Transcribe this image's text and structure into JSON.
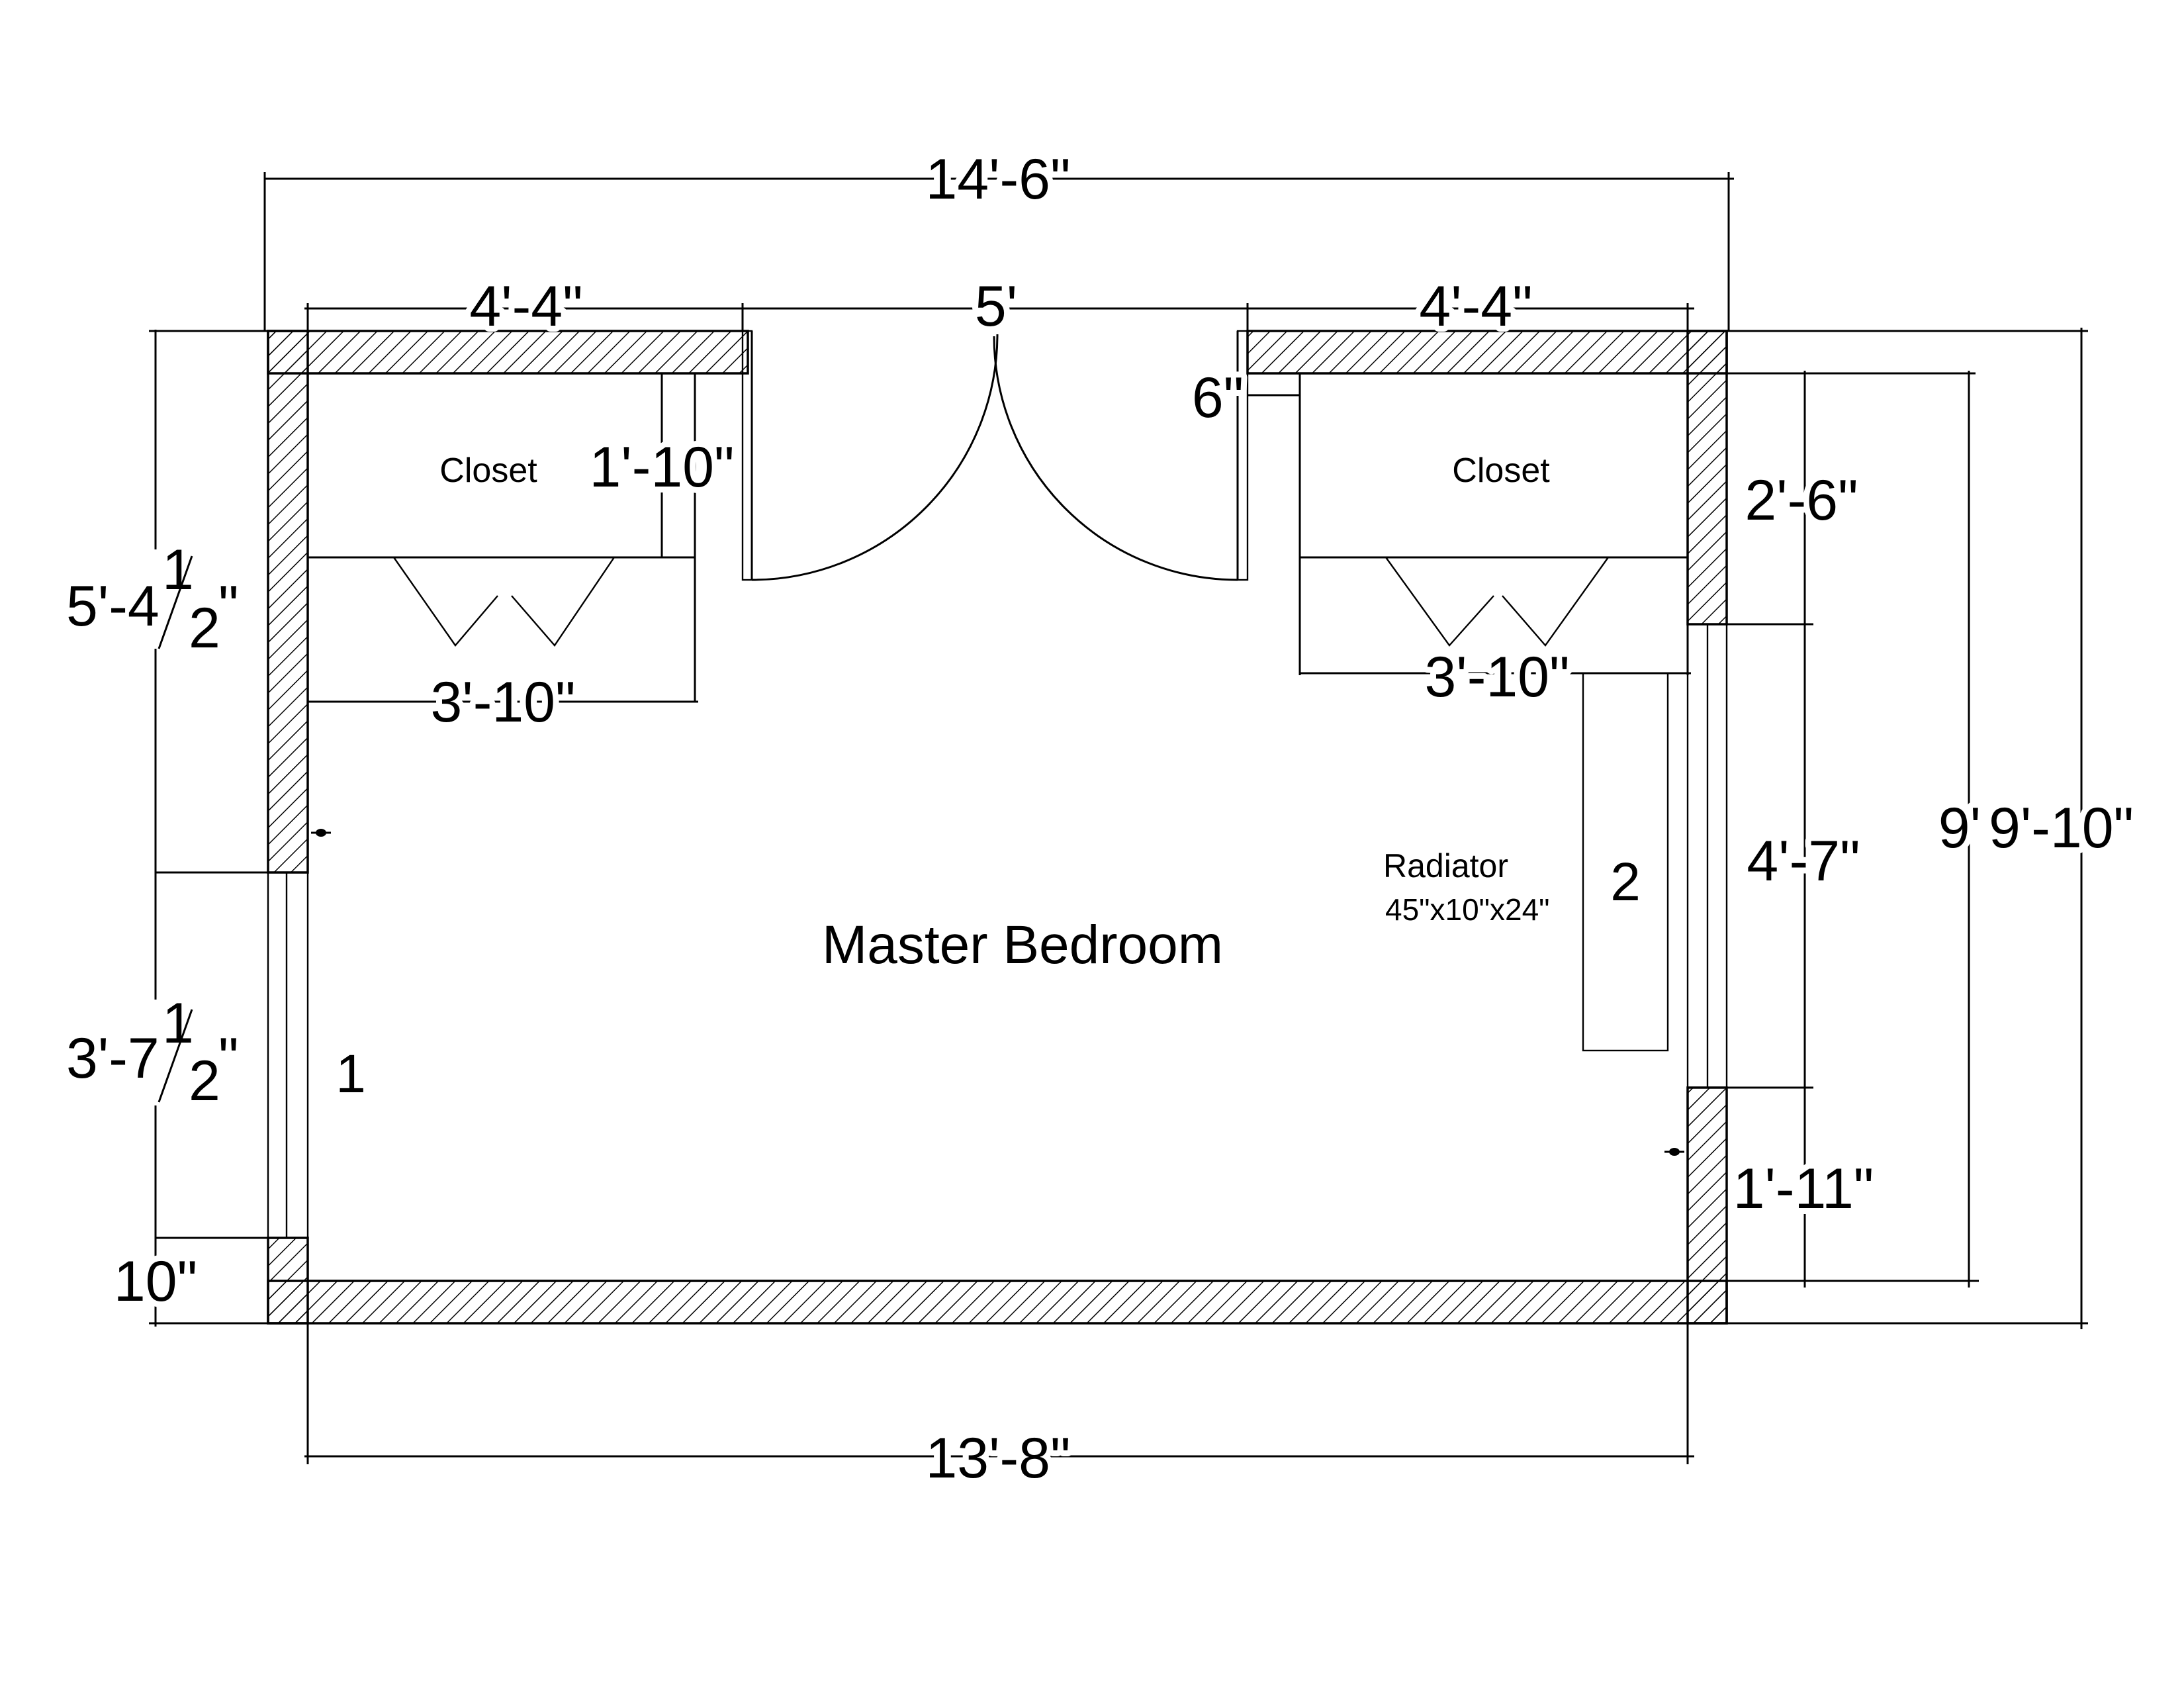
{
  "room": {
    "name": "Master Bedroom"
  },
  "rooms": {
    "closet_left": "Closet",
    "closet_right": "Closet"
  },
  "fixtures": {
    "window_1": "1",
    "window_2": "2",
    "radiator_label": "Radiator",
    "radiator_size": "45\"x10\"x24\""
  },
  "dimensions": {
    "overall_width": "14'-6\"",
    "interior_width": "13'-8\"",
    "left_wall_top": "4'-4\"",
    "door_opening": "5'",
    "right_wall_top": "4'-4\"",
    "door_jamb": "6\"",
    "left_closet_depth": "1'-10\"",
    "left_closet_width": "3'-10\"",
    "right_closet_width": "3'-10\"",
    "right_upper": "2'-6\"",
    "right_window": "4'-7\"",
    "right_lower": "1'-11\"",
    "interior_height": "9'",
    "overall_height": "9'-10\"",
    "left_upper": {
      "whole": "5'-4",
      "num": "1",
      "den": "2",
      "tail": "\""
    },
    "left_window": {
      "whole": "3'-7",
      "num": "1",
      "den": "2",
      "tail": "\""
    },
    "left_lower": "10\""
  }
}
